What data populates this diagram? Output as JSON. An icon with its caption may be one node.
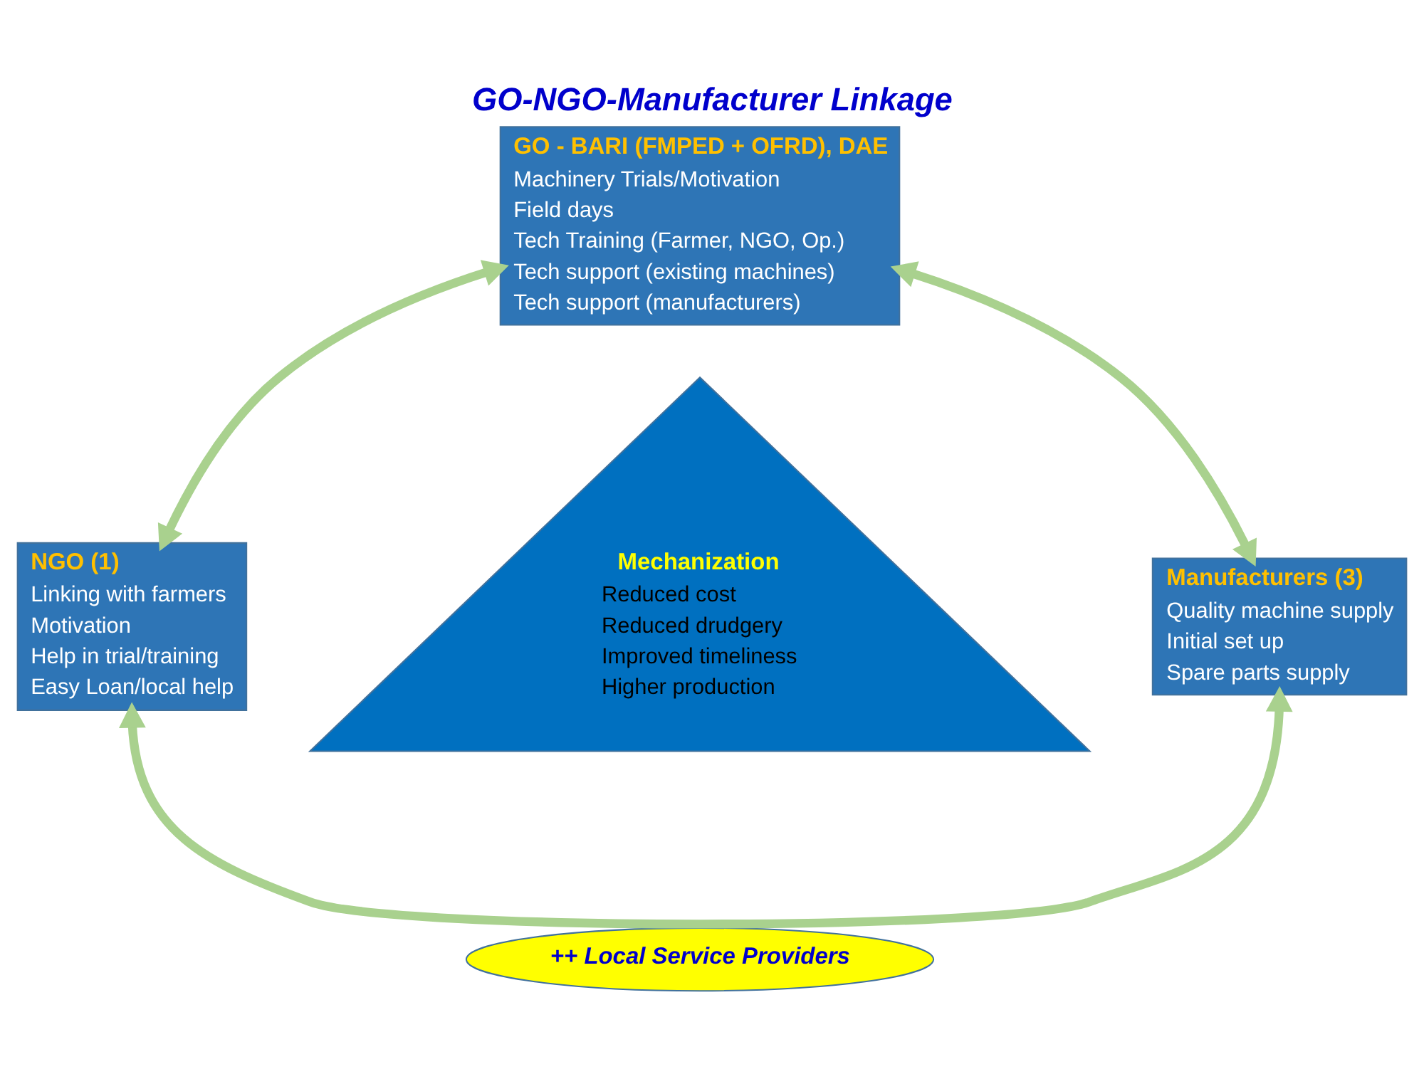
{
  "diagram": {
    "title": "GO-NGO-Manufacturer Linkage",
    "nodes": [
      {
        "text": [
          "GO - BARI (FMPED + OFRD), DAE",
          "Machinery Trials/Motivation",
          "Field days",
          "Tech Training (Farmer, NGO, Op.)",
          "Tech support (existing machines)",
          "Tech support (manufacturers)"
        ]
      },
      {
        "text": [
          "Mechanization",
          "Reduced cost",
          "Reduced drudgery",
          "Improved timeliness",
          "Higher production"
        ]
      },
      {
        "text": [
          "NGO (1)",
          "Linking with farmers",
          "Motivation",
          "Help in trial/training",
          "Easy Loan/local help"
        ]
      },
      {
        "text": [
          "Manufacturers (3)",
          "Quality machine supply",
          "Initial set up",
          "Spare parts supply"
        ]
      },
      {
        "text": [
          "++ Local Service Providers"
        ]
      }
    ],
    "edges": [
      {
        "from": 0,
        "to": 2,
        "arrow": "both"
      },
      {
        "from": 0,
        "to": 3,
        "arrow": "both"
      },
      {
        "from": 2,
        "to": 3,
        "arrow": "both"
      }
    ]
  }
}
